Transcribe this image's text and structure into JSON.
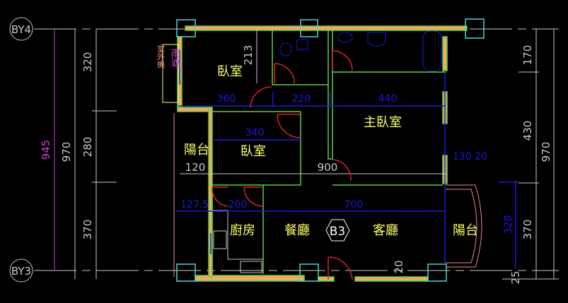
{
  "grid_labels": {
    "top": "BY4",
    "bottom": "BY3"
  },
  "left_dims": {
    "overall_magenta": "945",
    "overall": "970",
    "seg1": "320",
    "seg2": "280",
    "seg3": "370"
  },
  "right_dims": {
    "seg1": "170",
    "seg2": "430",
    "seg3": "370",
    "overall": "970",
    "balcony": "328",
    "offset": "25",
    "wall": "130 20"
  },
  "interior_dims": {
    "bedroom_height": "213",
    "w360": "360",
    "w220": "220",
    "w440": "440",
    "w340": "340",
    "w127": "127.5",
    "w200": "200",
    "w700": "700",
    "d120": "120",
    "d900": "900",
    "d20": "20"
  },
  "rooms": {
    "bedroom1": "臥室",
    "bedroom2": "臥室",
    "master": "主臥室",
    "balcony_left": "陽台",
    "kitchen": "廚房",
    "dining": "餐廳",
    "living": "客廳",
    "balcony_right": "陽台",
    "canopy": "雨遮",
    "outdoor_unit": "室外機"
  },
  "unit_tag": "B3",
  "colors": {
    "wall": "#f4a868",
    "partition": "#5ad23a",
    "dimension": "#1a1ad8",
    "room_text": "#ffff66",
    "column": "#4fd6d6",
    "door": "#e02020"
  }
}
